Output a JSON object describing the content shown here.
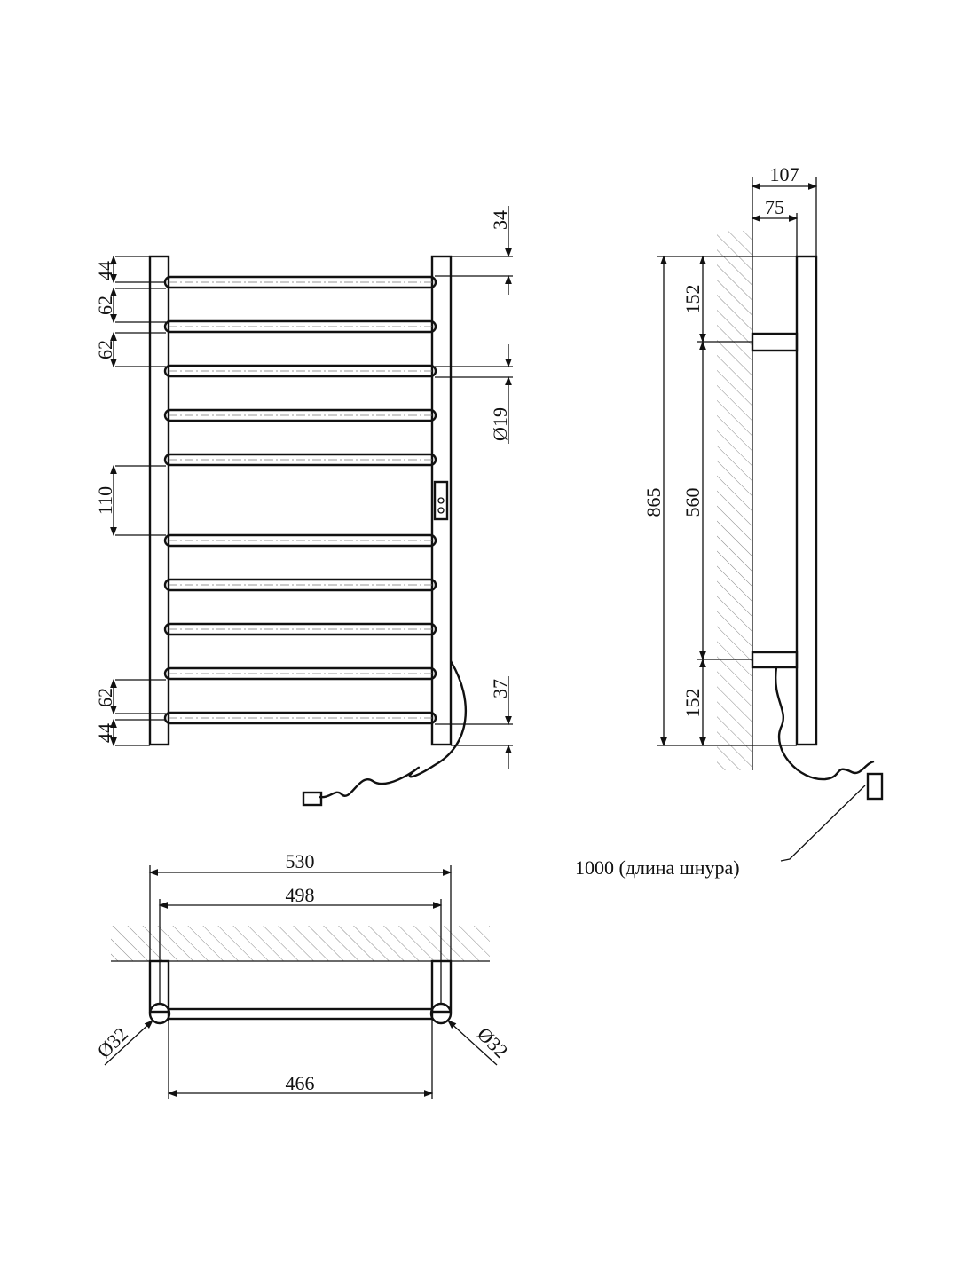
{
  "front_view": {
    "dims_left": [
      "44",
      "62",
      "62",
      "110",
      "62",
      "44"
    ],
    "dims_right": [
      "34",
      "Ø19",
      "37"
    ]
  },
  "side_view": {
    "dims_top": [
      "107",
      "75"
    ],
    "dims_vertical": [
      "865",
      "152",
      "560",
      "152"
    ],
    "cord_label": "1000 (длина шнура)"
  },
  "top_view": {
    "dims": [
      "530",
      "498",
      "466"
    ],
    "diameter_left": "Ø32",
    "diameter_right": "Ø32"
  }
}
